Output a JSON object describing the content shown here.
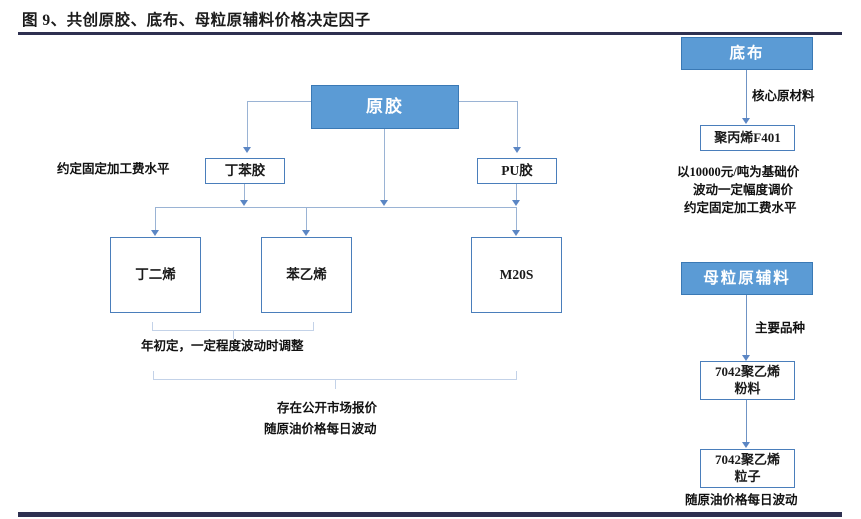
{
  "header": {
    "title": "图 9、共创原胶、底布、母粒原辅料价格决定因子"
  },
  "left_flow": {
    "root": {
      "label": "原胶"
    },
    "tier2": [
      {
        "label": "丁苯胶"
      },
      {
        "label": "PU胶"
      }
    ],
    "tier2_note": "约定固定加工费水平",
    "tier3": [
      {
        "label": "丁二烯"
      },
      {
        "label": "苯乙烯"
      },
      {
        "label": "M20S"
      }
    ],
    "bracket_note_1": "年初定，一定程度波动时调整",
    "bracket_note_2_line1": "存在公开市场报价",
    "bracket_note_2_line2": "随原油价格每日波动"
  },
  "right_flow": {
    "group1": {
      "head": "底布",
      "edge_label": "核心原材料",
      "node": "聚丙烯F401",
      "note_line1": "以10000元/吨为基础价",
      "note_line2": "波动一定幅度调价",
      "note_line3": "约定固定加工费水平"
    },
    "group2": {
      "head": "母粒原辅料",
      "edge_label": "主要品种",
      "node1_line1": "7042聚乙烯",
      "node1_line2": "粉料",
      "node2_line1": "7042聚乙烯",
      "node2_line2": "粒子",
      "note": "随原油价格每日波动"
    }
  },
  "colors": {
    "accent_fill": "#5b9bd5",
    "accent_border": "#3a79b5",
    "outline_border": "#4a7ebb",
    "rule": "#2e3050",
    "connector": "#9ab3d4"
  }
}
